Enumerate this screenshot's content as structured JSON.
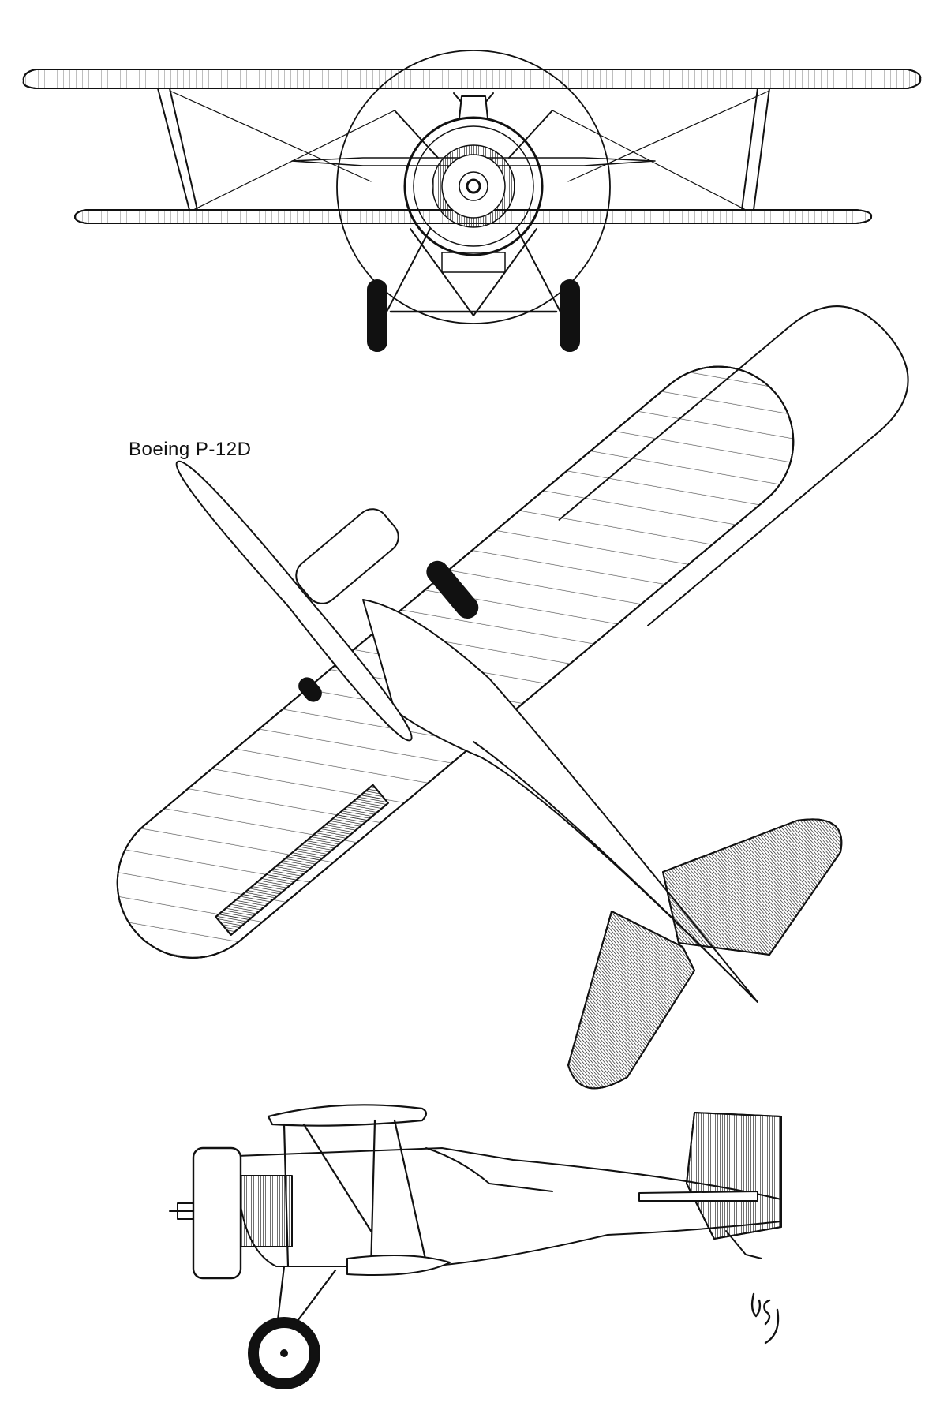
{
  "drawing": {
    "title": "Boeing P-12D",
    "signature": "LSJ",
    "ink_color": "#111111",
    "paper_color": "#ffffff"
  },
  "views": {
    "front": {
      "icon": "biplane-front-view"
    },
    "plan": {
      "icon": "biplane-plan-view"
    },
    "side": {
      "icon": "biplane-side-view"
    }
  }
}
